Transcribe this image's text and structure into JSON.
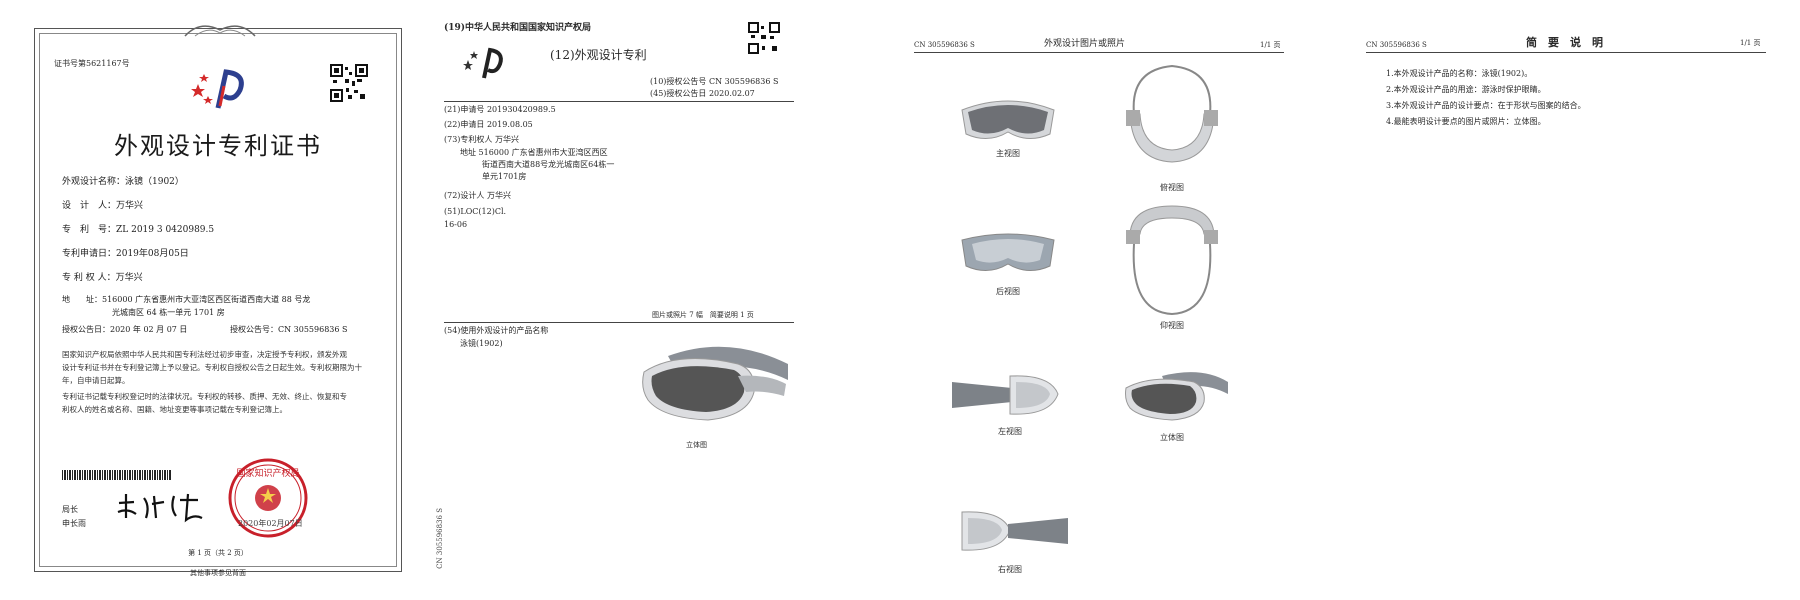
{
  "certificate": {
    "cert_no": "证书号第5621167号",
    "title": "外观设计专利证书",
    "design_name": "外观设计名称：泳镜（1902）",
    "designer": "设　计　人：万华兴",
    "patent_no": "专　利　号：ZL 2019 3 0420989.5",
    "filing_date": "专利申请日：2019年08月05日",
    "patentee": "专 利 权 人：万华兴",
    "address_line1": "地　　址：516000 广东省惠州市大亚湾区西区街道西南大道 88 号龙",
    "address_line2": "光城南区 64 栋一单元 1701 房",
    "grant_date": "授权公告日：2020 年 02 月 07 日",
    "grant_no": "授权公告号：CN 305596836 S",
    "notice_1": "国家知识产权局依照中华人民共和国专利法经过初步审查，决定授予专利权，颁发外观",
    "notice_2": "设计专利证书并在专利登记簿上予以登记。专利权自授权公告之日起生效。专利权期限为十",
    "notice_3": "年，自申请日起算。",
    "notice_4": "专利证书记载专利权登记时的法律状况。专利权的转移、质押、无效、终止、恢复和专",
    "notice_5": "利权人的姓名或名称、国籍、地址变更等事项记载在专利登记簿上。",
    "director_title": "局长",
    "director_name": "申长雨",
    "stamp_date": "2020年02月07日",
    "page_indicator": "第 1 页（共 2 页）",
    "footer": "其他事项参见背面"
  },
  "grant": {
    "authority": "(19)中华人民共和国国家知识产权局",
    "doc_type": "(12)外观设计专利",
    "pub_no": "(10)授权公告号 CN 305596836 S",
    "pub_date": "(45)授权公告日 2020.02.07",
    "app_no": "(21)申请号 201930420989.5",
    "app_date": "(22)申请日 2019.08.05",
    "patentee": "(73)专利权人 万华兴",
    "addr1": "地址 516000 广东省惠州市大亚湾区西区",
    "addr2": "街道西南大道88号龙光城南区64栋一",
    "addr3": "单元1701房",
    "designer": "(72)设计人 万华兴",
    "loc": "(51)LOC(12)Cl.",
    "loc_class": "16-06",
    "summary": "图片或照片 7 幅　简要说明 1 页",
    "product_label": "(54)使用外观设计的产品名称",
    "product_name": "泳镜(1902)",
    "view_caption": "立体图",
    "side_code": "CN 305596836 S"
  },
  "views": {
    "code": "CN 305596836 S",
    "title": "外观设计图片或照片",
    "page": "1/1 页",
    "captions": [
      "主视图",
      "俯视图",
      "后视图",
      "仰视图",
      "左视图",
      "立体图",
      "右视图"
    ]
  },
  "description": {
    "code": "CN 305596836 S",
    "title": "简　要　说　明",
    "page": "1/1 页",
    "items": [
      "1.本外观设计产品的名称：泳镜(1902)。",
      "2.本外观设计产品的用途：游泳时保护眼睛。",
      "3.本外观设计产品的设计要点：在于形状与图案的结合。",
      "4.最能表明设计要点的图片或照片：立体图。"
    ]
  },
  "colors": {
    "stamp": "#c8202a",
    "logo_blue": "#2d3f8f",
    "logo_red": "#d42a2a",
    "lens": "#6b6b6b"
  }
}
